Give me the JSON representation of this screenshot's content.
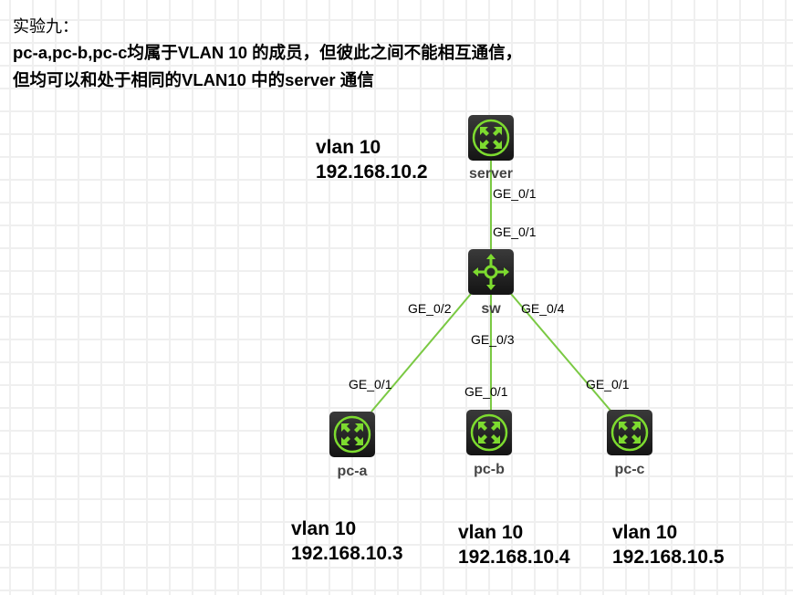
{
  "title": {
    "line1": "实验九：",
    "line2": "pc-a,pc-b,pc-c均属于VLAN 10 的成员，但彼此之间不能相互通信，",
    "line3": "但均可以和处于相同的VLAN10 中的server 通信"
  },
  "colors": {
    "link": "#7ac943",
    "icon_green": "#7ddb2f",
    "node_bg": "#1e1e1e",
    "grid": "#efefef"
  },
  "nodes": {
    "server": {
      "label": "server",
      "icon": "router-icon"
    },
    "sw": {
      "label": "sw",
      "icon": "switch-icon"
    },
    "pc_a": {
      "label": "pc-a",
      "icon": "router-icon"
    },
    "pc_b": {
      "label": "pc-b",
      "icon": "router-icon"
    },
    "pc_c": {
      "label": "pc-c",
      "icon": "router-icon"
    }
  },
  "links": [
    {
      "from": "server",
      "to": "sw",
      "from_port": "GE_0/1",
      "to_port": "GE_0/1"
    },
    {
      "from": "sw",
      "to": "pc_a",
      "from_port": "GE_0/2",
      "to_port": "GE_0/1"
    },
    {
      "from": "sw",
      "to": "pc_b",
      "from_port": "GE_0/3",
      "to_port": "GE_0/1"
    },
    {
      "from": "sw",
      "to": "pc_c",
      "from_port": "GE_0/4",
      "to_port": "GE_0/1"
    }
  ],
  "annotations": {
    "server": {
      "vlan": "vlan 10",
      "ip": "192.168.10.2"
    },
    "pc_a": {
      "vlan": "vlan 10",
      "ip": "192.168.10.3"
    },
    "pc_b": {
      "vlan": "vlan 10",
      "ip": "192.168.10.4"
    },
    "pc_c": {
      "vlan": "vlan 10",
      "ip": "192.168.10.5"
    }
  }
}
